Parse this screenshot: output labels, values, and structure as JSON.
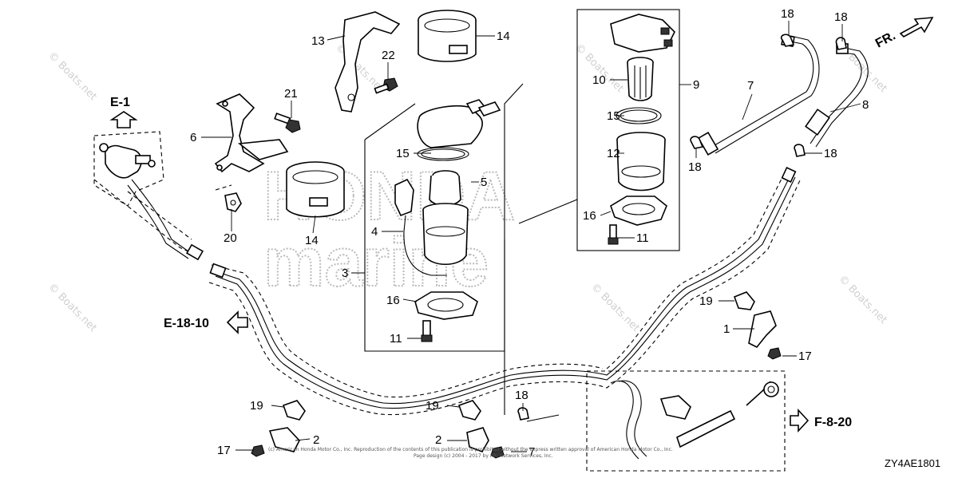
{
  "watermarks": {
    "copyright": "© Boats.net",
    "brand_line1": "HONDA",
    "brand_line2": "marine",
    "footer": "Page design (c) 2004 - 2017 by ARI Network Services, Inc.",
    "footer_copy": "(c) American Honda Motor Co., Inc. Reproduction of the contents of this publication is prohibited without the express written approval of American Honda Motor Co., Inc."
  },
  "direction_label": "FR.",
  "diagram_code": "ZY4AE1801",
  "references": {
    "e1": "E-1",
    "e1810": "E-18-10",
    "f820": "F-8-20"
  },
  "callouts": {
    "c1": "1",
    "c2a": "2",
    "c2b": "2",
    "c3": "3",
    "c4": "4",
    "c5": "5",
    "c6": "6",
    "c7a": "7",
    "c7b": "7",
    "c8": "8",
    "c9": "9",
    "c10": "10",
    "c11a": "11",
    "c11b": "11",
    "c12": "12",
    "c13": "13",
    "c14a": "14",
    "c14b": "14",
    "c15a": "15",
    "c15b": "15",
    "c16a": "16",
    "c16b": "16",
    "c17a": "17",
    "c17b": "17",
    "c18a": "18",
    "c18b": "18",
    "c18c": "18",
    "c18d": "18",
    "c18e": "18",
    "c19a": "19",
    "c19b": "19",
    "c19c": "19",
    "c20": "20",
    "c21": "21",
    "c22": "22"
  }
}
